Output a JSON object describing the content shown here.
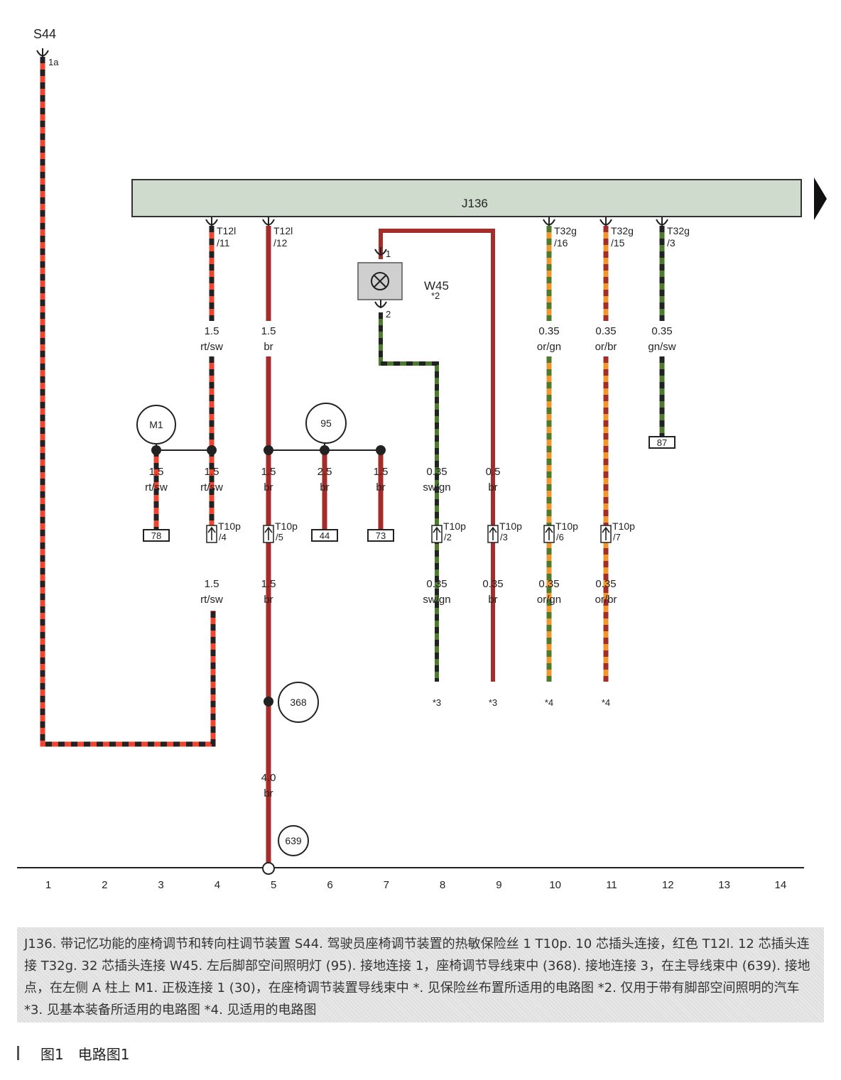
{
  "colors": {
    "rt": "#ef4430",
    "sw": "#222222",
    "br": "#a32d2a",
    "gn": "#4e7a2e",
    "or": "#f0962e",
    "bar_fill": "#cfdccd",
    "lamp_fill": "#cfcfcf"
  },
  "diagram": {
    "fuse": {
      "name": "S44",
      "pin": "1a"
    },
    "control_unit": {
      "name": "J136"
    },
    "lamp": {
      "name": "W45",
      "note": "*2",
      "pin1": "1",
      "pin2": "2"
    },
    "connectors": [
      {
        "name": "T12l",
        "pin": "/11"
      },
      {
        "name": "T12l",
        "pin": "/12"
      },
      {
        "name": "T32g",
        "pin": "/16"
      },
      {
        "name": "T32g",
        "pin": "/15"
      },
      {
        "name": "T32g",
        "pin": "/3"
      }
    ],
    "wire_labels": [
      {
        "size": "1.5",
        "color": "rt/sw"
      },
      {
        "size": "1.5",
        "color": "br"
      },
      {
        "size": "0.35",
        "color": "or/gn"
      },
      {
        "size": "0.35",
        "color": "or/br"
      },
      {
        "size": "0.35",
        "color": "gn/sw"
      },
      {
        "size": "1.5",
        "color": "rt/sw"
      },
      {
        "size": "1.5",
        "color": "rt/sw"
      },
      {
        "size": "1.5",
        "color": "br"
      },
      {
        "size": "2.5",
        "color": "br"
      },
      {
        "size": "1.5",
        "color": "br"
      },
      {
        "size": "0.35",
        "color": "sw/gn"
      },
      {
        "size": "0.5",
        "color": "br"
      },
      {
        "size": "1.5",
        "color": "rt/sw"
      },
      {
        "size": "1.5",
        "color": "br"
      },
      {
        "size": "0.35",
        "color": "sw/gn"
      },
      {
        "size": "0.35",
        "color": "br"
      },
      {
        "size": "0.35",
        "color": "or/gn"
      },
      {
        "size": "0.35",
        "color": "or/br"
      },
      {
        "size": "4.0",
        "color": "br"
      }
    ],
    "t10p": [
      {
        "name": "T10p",
        "pin": "/4"
      },
      {
        "name": "T10p",
        "pin": "/5"
      },
      {
        "name": "T10p",
        "pin": "/2"
      },
      {
        "name": "T10p",
        "pin": "/3"
      },
      {
        "name": "T10p",
        "pin": "/6"
      },
      {
        "name": "T10p",
        "pin": "/7"
      }
    ],
    "circles": [
      "M1",
      "95",
      "368",
      "639"
    ],
    "refs": [
      "87",
      "78",
      "44",
      "73"
    ],
    "notes": [
      "*3",
      "*3",
      "*4",
      "*4"
    ],
    "grid": [
      "1",
      "2",
      "3",
      "4",
      "5",
      "6",
      "7",
      "8",
      "9",
      "10",
      "11",
      "12",
      "13",
      "14"
    ]
  },
  "caption": {
    "text": "J136. 带记忆功能的座椅调节和转向柱调节装置 S44. 驾驶员座椅调节装置的热敏保险丝 1 T10p. 10 芯插头连接，红色 T12l. 12 芯插头连接 T32g. 32 芯插头连接 W45. 左后脚部空间照明灯 (95). 接地连接 1，座椅调节导线束中 (368). 接地连接 3，在主导线束中 (639). 接地点，在左侧 A 柱上 M1. 正极连接 1 (30)，在座椅调节装置导线束中 *. 见保险丝布置所适用的电路图 *2. 仅用于带有脚部空间照明的汽车 *3. 见基本装备所适用的电路图 *4. 见适用的电路图"
  },
  "figure": {
    "number": "图1",
    "title": "电路图1"
  }
}
